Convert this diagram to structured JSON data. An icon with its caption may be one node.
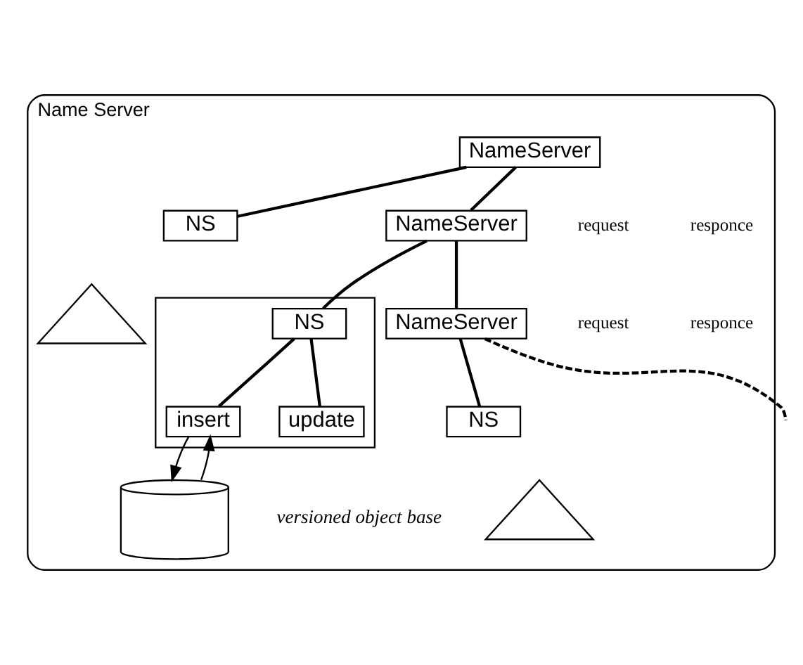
{
  "diagram": {
    "nodes": [
      {
        "text": [
          "Name Server"
        ]
      },
      {
        "text": [
          "NameServer"
        ],
        "in": 0
      },
      {
        "text": [
          "NS"
        ],
        "in": 0
      },
      {
        "text": [
          "NameServer"
        ],
        "in": 0
      },
      {
        "text": [],
        "shape": "triangle",
        "in": 0
      },
      {
        "text": [],
        "shape": "triangle",
        "in": 0
      },
      {
        "text": [
          "NS"
        ],
        "in": 5
      },
      {
        "text": [
          "NameServer"
        ],
        "in": 0
      },
      {
        "text": [
          "insert"
        ],
        "in": 5
      },
      {
        "text": [
          "update"
        ],
        "in": 5
      },
      {
        "text": [
          "NS"
        ],
        "in": 0
      },
      {
        "text": [],
        "shape": "triangle",
        "in": 0
      },
      {
        "text": [],
        "shape": "cylinder",
        "in": 0,
        "beside": [
          "versioned object base"
        ]
      }
    ],
    "edges": [
      {
        "from": 1,
        "to": 2,
        "arrow": "none"
      },
      {
        "from": 1,
        "to": 3,
        "arrow": "none"
      },
      {
        "from": 3,
        "to": 6,
        "arrow": "none"
      },
      {
        "from": 3,
        "to": 7,
        "arrow": "none"
      },
      {
        "from": 6,
        "to": 8,
        "arrow": "none"
      },
      {
        "from": 6,
        "to": 9,
        "arrow": "none"
      },
      {
        "from": 7,
        "to": 10,
        "arrow": "none"
      },
      {
        "from": 7,
        "to": null,
        "arrow": "none",
        "style": "dashed"
      },
      {
        "from": 8,
        "to": 12,
        "arrow": "to"
      },
      {
        "from": 12,
        "to": 8,
        "arrow": "to"
      }
    ],
    "labels": [
      "request",
      "responce",
      "request",
      "responce"
    ]
  }
}
